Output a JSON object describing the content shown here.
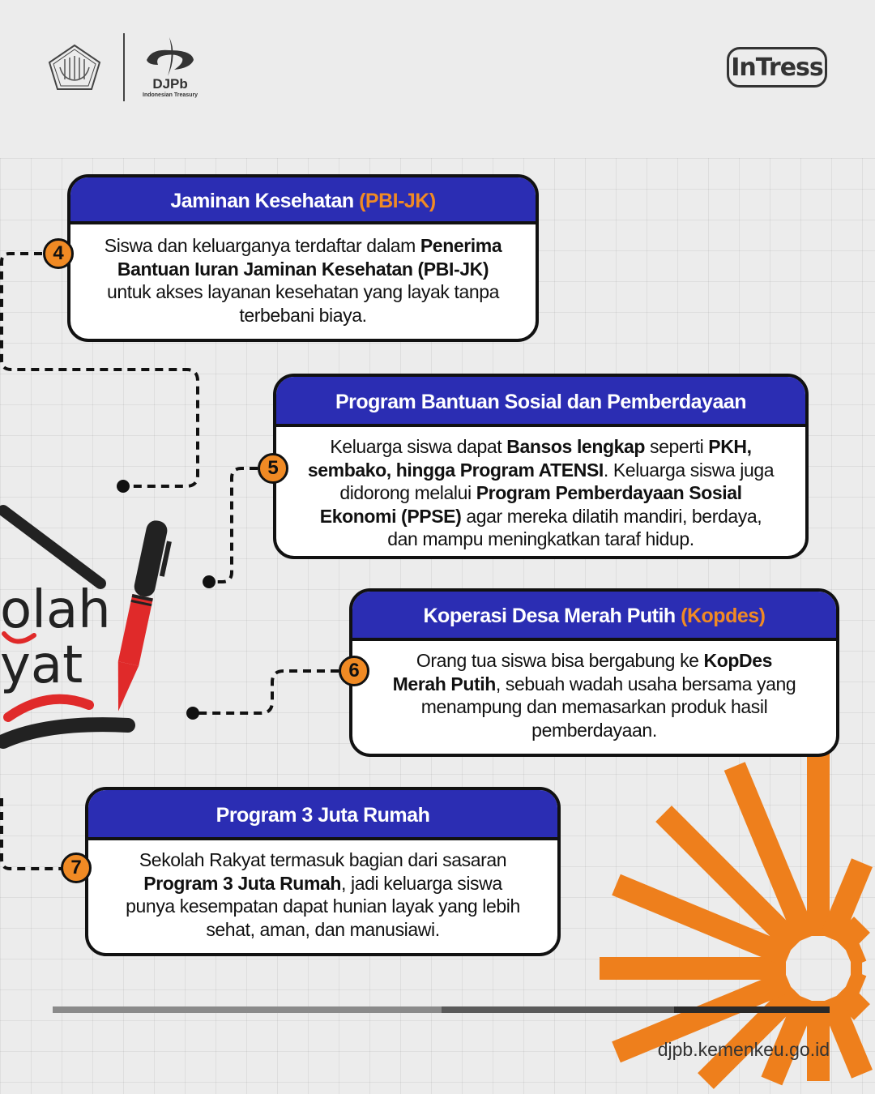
{
  "header": {
    "logo_left": "Kementerian Keuangan seal",
    "djpb_name": "DJPb",
    "djpb_sub": "Indonesian Treasury",
    "intress_logo": "InTress"
  },
  "illustration": {
    "partial_text_1": "olah",
    "partial_text_2": "yat"
  },
  "cards": [
    {
      "number": "4",
      "title": "Jaminan Kesehatan ",
      "title_accent": "(PBI-JK)",
      "body": [
        {
          "t": "Siswa dan keluarganya terdaftar dalam ",
          "b": false
        },
        {
          "t": "Penerima Bantuan Iuran Jaminan Kesehatan (PBI-JK)",
          "b": true
        },
        {
          "t": " untuk akses layanan kesehatan yang layak tanpa terbebani biaya.",
          "b": false
        }
      ]
    },
    {
      "number": "5",
      "title": "Program Bantuan Sosial dan Pemberdayaan",
      "title_accent": "",
      "body": [
        {
          "t": "Keluarga siswa dapat ",
          "b": false
        },
        {
          "t": "Bansos lengkap",
          "b": true
        },
        {
          "t": " seperti ",
          "b": false
        },
        {
          "t": "PKH, sembako, hingga Program ATENSI",
          "b": true
        },
        {
          "t": ". Keluarga siswa juga didorong melalui ",
          "b": false
        },
        {
          "t": "Program Pemberdayaan Sosial Ekonomi (PPSE)",
          "b": true
        },
        {
          "t": " agar mereka dilatih mandiri, berdaya, dan mampu meningkatkan taraf hidup.",
          "b": false
        }
      ]
    },
    {
      "number": "6",
      "title": "Koperasi Desa Merah Putih ",
      "title_accent": "(Kopdes)",
      "body": [
        {
          "t": "Orang tua siswa bisa bergabung ke ",
          "b": false
        },
        {
          "t": "KopDes Merah Putih",
          "b": true
        },
        {
          "t": ", sebuah wadah usaha bersama yang menampung dan memasarkan produk hasil pemberdayaan.",
          "b": false
        }
      ]
    },
    {
      "number": "7",
      "title": "Program 3 Juta Rumah",
      "title_accent": "",
      "body": [
        {
          "t": "Sekolah Rakyat termasuk bagian dari sasaran ",
          "b": false
        },
        {
          "t": "Program 3 Juta Rumah",
          "b": true
        },
        {
          "t": ", jadi keluarga siswa punya kesempatan dapat hunian layak yang lebih sehat, aman, dan manusiawi.",
          "b": false
        }
      ]
    }
  ],
  "progress": {
    "segments_complete": 3,
    "segments_total": 3,
    "segment_colors": [
      "#8a8a8a",
      "#5a5a5a",
      "#2a2a2a"
    ]
  },
  "footer": {
    "url": "djpb.kemenkeu.go.id"
  },
  "colors": {
    "header_blue": "#2b2db3",
    "accent_orange": "#f08a24",
    "pen_red": "#e02a2a"
  }
}
